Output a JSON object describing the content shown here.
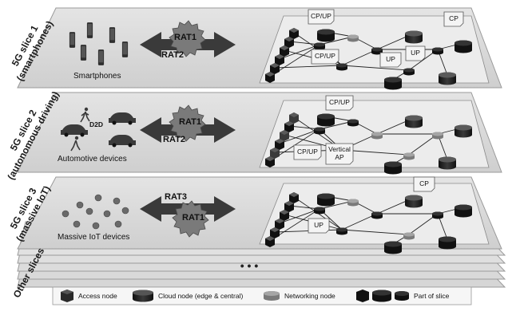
{
  "slices": [
    {
      "title_line1": "5G slice 1",
      "title_line2": "(smartphones)",
      "device_label": "Smartphones",
      "rat_top": "RAT1",
      "rat_bottom": "RAT2",
      "tags": [
        "CP/UP",
        "CP",
        "CP/UP",
        "UP",
        "UP"
      ]
    },
    {
      "title_line1": "5G slice 2",
      "title_line2": "(autonomous driving)",
      "device_label": "Automotive devices",
      "d2d_label": "D2D",
      "rat_top": "RAT1",
      "rat_bottom": "RAT2",
      "tags": [
        "CP/UP",
        "CP/UP"
      ],
      "vertical_ap_line1": "Vertical",
      "vertical_ap_line2": "AP"
    },
    {
      "title_line1": "5G slice 3",
      "title_line2": "(massive IoT)",
      "device_label": "Massive IoT devices",
      "rat_top": "RAT3",
      "rat_bottom": "RAT1",
      "tags": [
        "CP",
        "UP"
      ]
    }
  ],
  "other_slices_label": "Other slices",
  "ellipsis": "• • •",
  "legend": {
    "access_node": "Access node",
    "cloud_node": "Cloud node (edge & central)",
    "networking_node": "Networking node",
    "part_of_slice": "Part of slice"
  },
  "colors": {
    "layer_fill": "#d9d9d9",
    "layer_stroke": "#9a9a9a",
    "network_plane": "#ececec",
    "node_dark": "#2a2a2a",
    "gear": "#7a7a7a",
    "arrow": "#3a3a3a"
  }
}
